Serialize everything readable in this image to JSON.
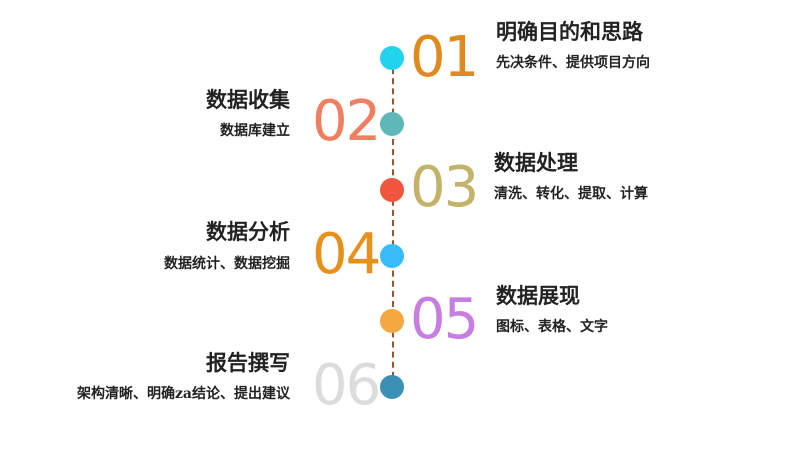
{
  "steps": [
    {
      "number": "01",
      "title": "明确目的和思路",
      "subtitle": "先决条件、提供项目方向",
      "side": "right",
      "dot_color": "#22d3ee",
      "num_color": "#e08a1e"
    },
    {
      "number": "02",
      "title": "数据收集",
      "subtitle": "数据库建立",
      "side": "left",
      "dot_color": "#5fb8b8",
      "num_color": "#f07f62"
    },
    {
      "number": "03",
      "title": "数据处理",
      "subtitle": "清洗、转化、提取、计算",
      "side": "right",
      "dot_color": "#f0563e",
      "num_color": "#c2b26a"
    },
    {
      "number": "04",
      "title": "数据分析",
      "subtitle": "数据统计、数据挖掘",
      "side": "left",
      "dot_color": "#38bdf8",
      "num_color": "#e8901c"
    },
    {
      "number": "05",
      "title": "数据展现",
      "subtitle": "图标、表格、文字",
      "side": "right",
      "dot_color": "#f5a742",
      "num_color": "#c77ee0"
    },
    {
      "number": "06",
      "title": "报告撰写",
      "subtitle": "架构清晰、明确za结论、提出建议",
      "side": "left",
      "dot_color": "#3a8fb5",
      "num_color": "#dcdcdc"
    }
  ]
}
